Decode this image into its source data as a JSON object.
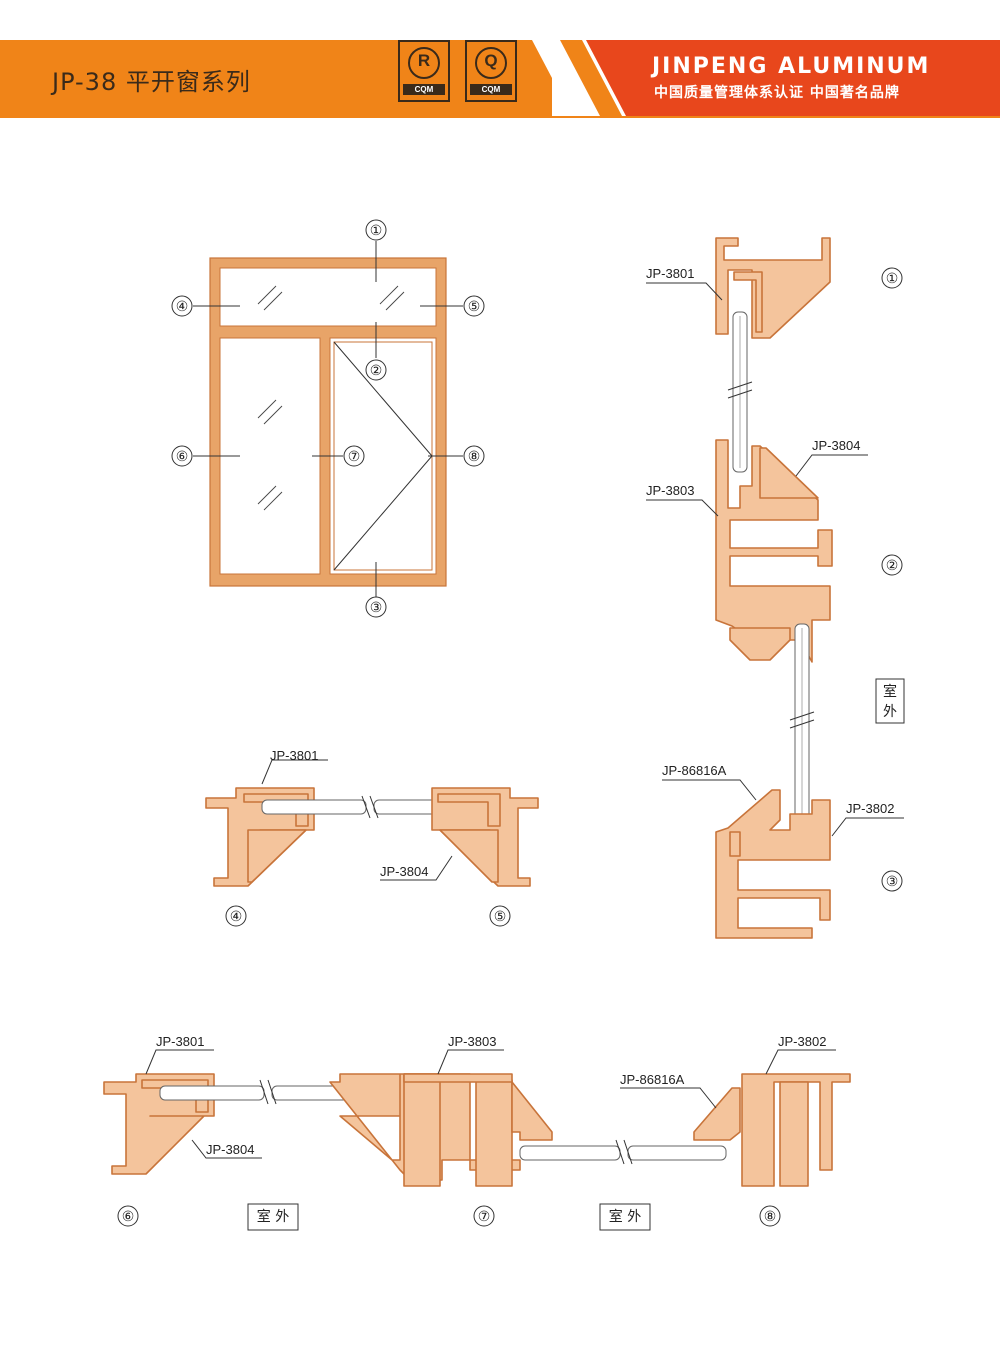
{
  "header": {
    "series_title": "JP-38 平开窗系列",
    "brand": "JINPENG ALUMINUM",
    "slogan": "中国质量管理体系认证 中国著名品牌",
    "cert_r": {
      "letter": "R",
      "text": "CQM"
    },
    "cert_q": {
      "letter": "Q",
      "text": "CQM"
    },
    "colors": {
      "orange": "#f08418",
      "red": "#e8471c",
      "dark": "#3a2a1a"
    }
  },
  "elevation": {
    "callouts": [
      "①",
      "②",
      "③",
      "④",
      "⑤",
      "⑥",
      "⑦",
      "⑧"
    ]
  },
  "section_vertical": {
    "labels": [
      "JP-3801",
      "JP-3804",
      "JP-3803",
      "JP-86816A",
      "JP-3802"
    ],
    "numbers": [
      "①",
      "②",
      "③"
    ],
    "outdoor": [
      "室",
      "外"
    ]
  },
  "section_45": {
    "labels": [
      "JP-3801",
      "JP-3804"
    ],
    "numbers": [
      "④",
      "⑤"
    ]
  },
  "section_678": {
    "labels": [
      "JP-3801",
      "JP-3804",
      "JP-3803",
      "JP-86816A",
      "JP-3802"
    ],
    "numbers": [
      "⑥",
      "⑦",
      "⑧"
    ],
    "outdoor": [
      "室 外",
      "室 外"
    ]
  },
  "colors": {
    "profile_fill": "#f4c49c",
    "profile_stroke": "#c8743a",
    "frame": "#e8a468",
    "line": "#333333"
  }
}
